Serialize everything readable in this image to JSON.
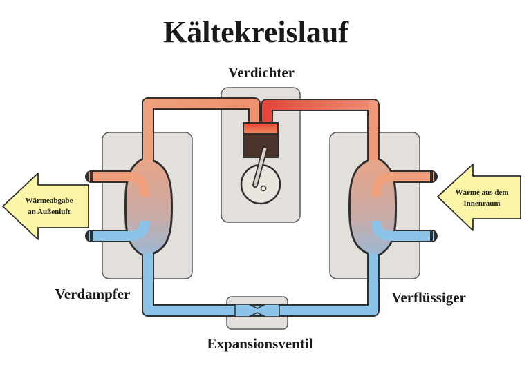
{
  "title": "Kältekreislauf",
  "labels": {
    "compressor": "Verdichter",
    "evaporator": "Verdampfer",
    "condenser": "Verflüssiger",
    "expansion_valve": "Expansionsventil"
  },
  "arrows": {
    "left_line1": "Wärmeabgabe",
    "left_line2": "an Außenluft",
    "right_line1": "Wärme aus dem",
    "right_line2": "Innenraum"
  },
  "colors": {
    "hot": "#e64a3a",
    "warm": "#efa07a",
    "cold": "#8cc3e8",
    "unit_fill": "#e3dfda",
    "arrow_fill": "#fbf5a8"
  }
}
